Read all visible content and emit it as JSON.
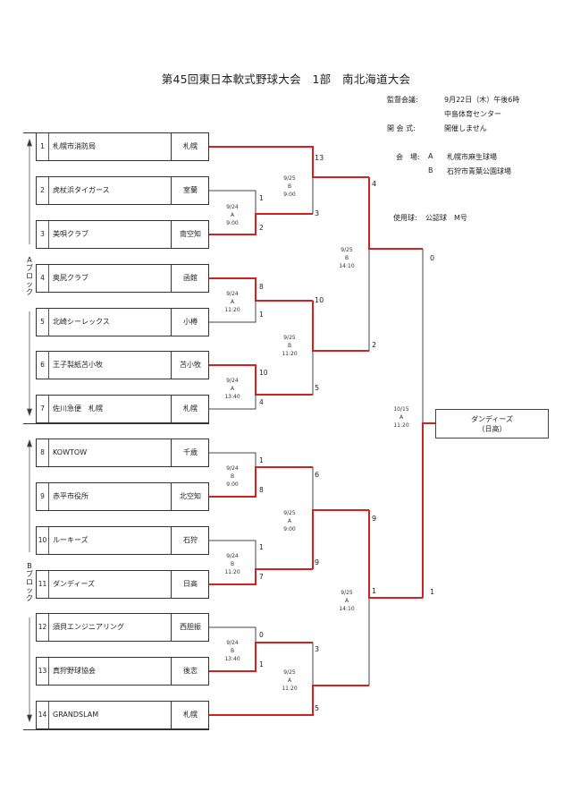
{
  "title": "第45回東日本軟式野球大会　1部　南北海道大会",
  "info": {
    "meeting_label": "監督会議:",
    "meeting_date": "9月22日（木）午後6時",
    "meeting_place": "中島体育センター",
    "ceremony_label": "開 会 式:",
    "ceremony_value": "開催しません",
    "venue_label": "会　場:",
    "venues": [
      {
        "code": "A",
        "name": "札幌市麻生球場"
      },
      {
        "code": "B",
        "name": "石狩市青葉公園球場"
      }
    ],
    "ball_label": "使用球:",
    "ball_value": "公認球　M号"
  },
  "blocks": [
    {
      "label": "Aブロック",
      "chars": [
        "A",
        "ブ",
        "ロ",
        "ッ",
        "ク"
      ]
    },
    {
      "label": "Bブロック",
      "chars": [
        "B",
        "ブ",
        "ロ",
        "ッ",
        "ク"
      ]
    }
  ],
  "teams": [
    {
      "num": "1",
      "name": "札幌市消防局",
      "area": "札幌"
    },
    {
      "num": "2",
      "name": "虎杖浜タイガース",
      "area": "室蘭"
    },
    {
      "num": "3",
      "name": "美唄クラブ",
      "area": "南空知"
    },
    {
      "num": "4",
      "name": "奥尻クラブ",
      "area": "函館"
    },
    {
      "num": "5",
      "name": "北崎シーレックス",
      "area": "小樽"
    },
    {
      "num": "6",
      "name": "王子製紙苫小牧",
      "area": "苫小牧"
    },
    {
      "num": "7",
      "name": "佐川急便　札幌",
      "area": "札幌"
    },
    {
      "num": "8",
      "name": "KOWTOW",
      "area": "千歳"
    },
    {
      "num": "9",
      "name": "赤平市役所",
      "area": "北空知"
    },
    {
      "num": "10",
      "name": "ルーキーズ",
      "area": "石狩"
    },
    {
      "num": "11",
      "name": "ダンディーズ",
      "area": "日高"
    },
    {
      "num": "12",
      "name": "須貝エンジニアリング",
      "area": "西胆振"
    },
    {
      "num": "13",
      "name": "真狩野球協会",
      "area": "後志"
    },
    {
      "num": "14",
      "name": "GRANDSLAM",
      "area": "札幌"
    }
  ],
  "matches": {
    "r1": [
      {
        "id": "m2v3",
        "date": "9/24",
        "venue": "A",
        "time": "9:00",
        "scores": [
          "1",
          "2"
        ]
      },
      {
        "id": "m4v5",
        "date": "9/24",
        "venue": "A",
        "time": "11:20",
        "scores": [
          "8",
          "1"
        ]
      },
      {
        "id": "m6v7",
        "date": "9/24",
        "venue": "A",
        "time": "13:40",
        "scores": [
          "10",
          "4"
        ]
      },
      {
        "id": "m8v9",
        "date": "9/24",
        "venue": "B",
        "time": "9:00",
        "scores": [
          "1",
          "8"
        ]
      },
      {
        "id": "m10v11",
        "date": "9/24",
        "venue": "B",
        "time": "11:20",
        "scores": [
          "1",
          "7"
        ]
      },
      {
        "id": "m12v13",
        "date": "9/24",
        "venue": "B",
        "time": "13:40",
        "scores": [
          "0",
          "1"
        ]
      }
    ],
    "r2": [
      {
        "id": "m1v3",
        "date": "9/25",
        "venue": "B",
        "time": "9:00",
        "scores": [
          "13",
          "3"
        ]
      },
      {
        "id": "m4v6",
        "date": "9/25",
        "venue": "B",
        "time": "11:20",
        "scores": [
          "10",
          "5"
        ]
      },
      {
        "id": "m9v11",
        "date": "9/25",
        "venue": "A",
        "time": "9:00",
        "scores": [
          "6",
          "9"
        ]
      },
      {
        "id": "m13v14",
        "date": "9/25",
        "venue": "A",
        "time": "11:20",
        "scores": [
          "3",
          "5"
        ]
      }
    ],
    "r3": [
      {
        "id": "semiA",
        "date": "9/25",
        "venue": "B",
        "time": "14:10",
        "scores": [
          "4",
          "2"
        ]
      },
      {
        "id": "semiB",
        "date": "9/25",
        "venue": "A",
        "time": "14:10",
        "scores": [
          "9",
          "1"
        ]
      }
    ],
    "final": {
      "id": "final",
      "date": "10/15",
      "venue": "A",
      "time": "11:20",
      "scores": [
        "0",
        "1"
      ]
    }
  },
  "winner": {
    "name": "ダンディーズ",
    "area": "（日高）"
  },
  "colors": {
    "win_line": "#d42020",
    "line": "#333333"
  }
}
